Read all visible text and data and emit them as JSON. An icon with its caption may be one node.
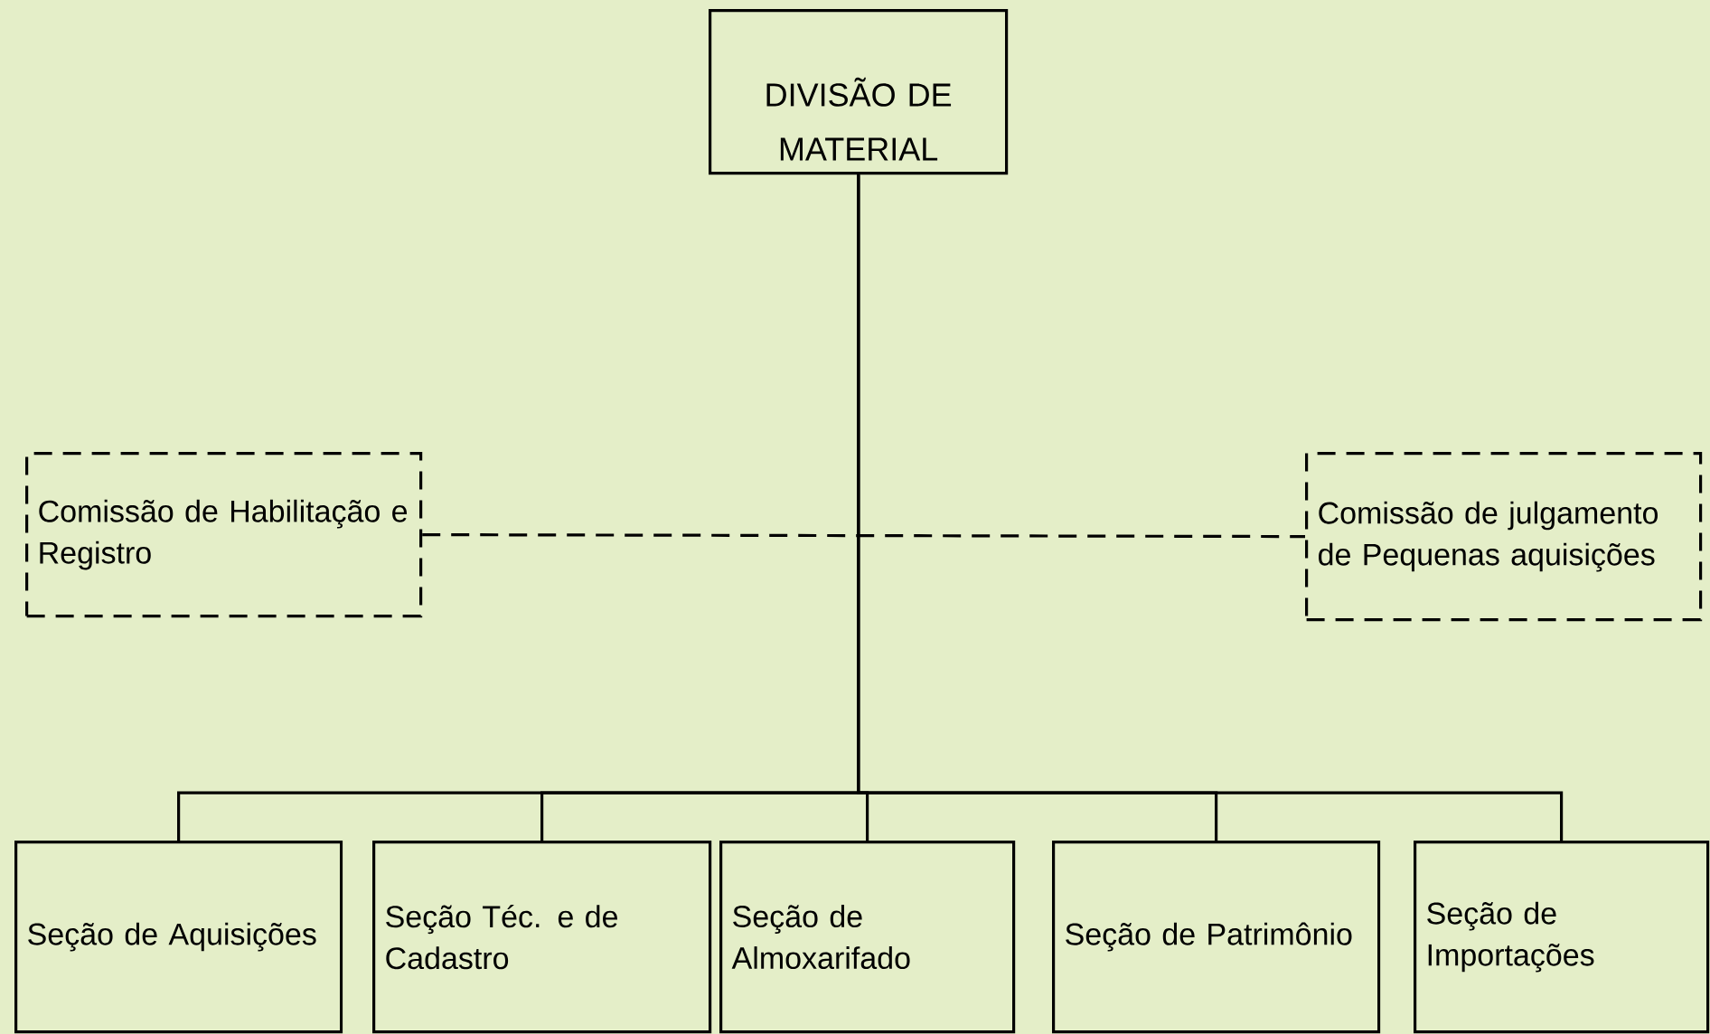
{
  "diagram": {
    "nodes": [
      {
        "text": [
          "DIVISÃO DE MATERIAL"
        ]
      },
      {
        "text": [
          "Comissão de Habilitação e Registro"
        ]
      },
      {
        "text": [
          "Comissão de julgamento de Pequenas aquisições"
        ]
      },
      {
        "text": [
          "Seção de Aquisições"
        ]
      },
      {
        "text": [
          "Seção Téc. e de Cadastro"
        ]
      },
      {
        "text": [
          "Seção de Almoxarifado"
        ]
      },
      {
        "text": [
          "Seção de Patrimônio"
        ]
      },
      {
        "text": [
          "Seção de Importações"
        ]
      }
    ],
    "edges": [
      {
        "from": 0,
        "to": 3,
        "arrow": "none"
      },
      {
        "from": 0,
        "to": 4,
        "arrow": "none"
      },
      {
        "from": 0,
        "to": 5,
        "arrow": "none"
      },
      {
        "from": 0,
        "to": 6,
        "arrow": "none"
      },
      {
        "from": 0,
        "to": 7,
        "arrow": "none"
      },
      {
        "from": 1,
        "to": 2,
        "arrow": "none",
        "style": "dashed"
      }
    ]
  }
}
